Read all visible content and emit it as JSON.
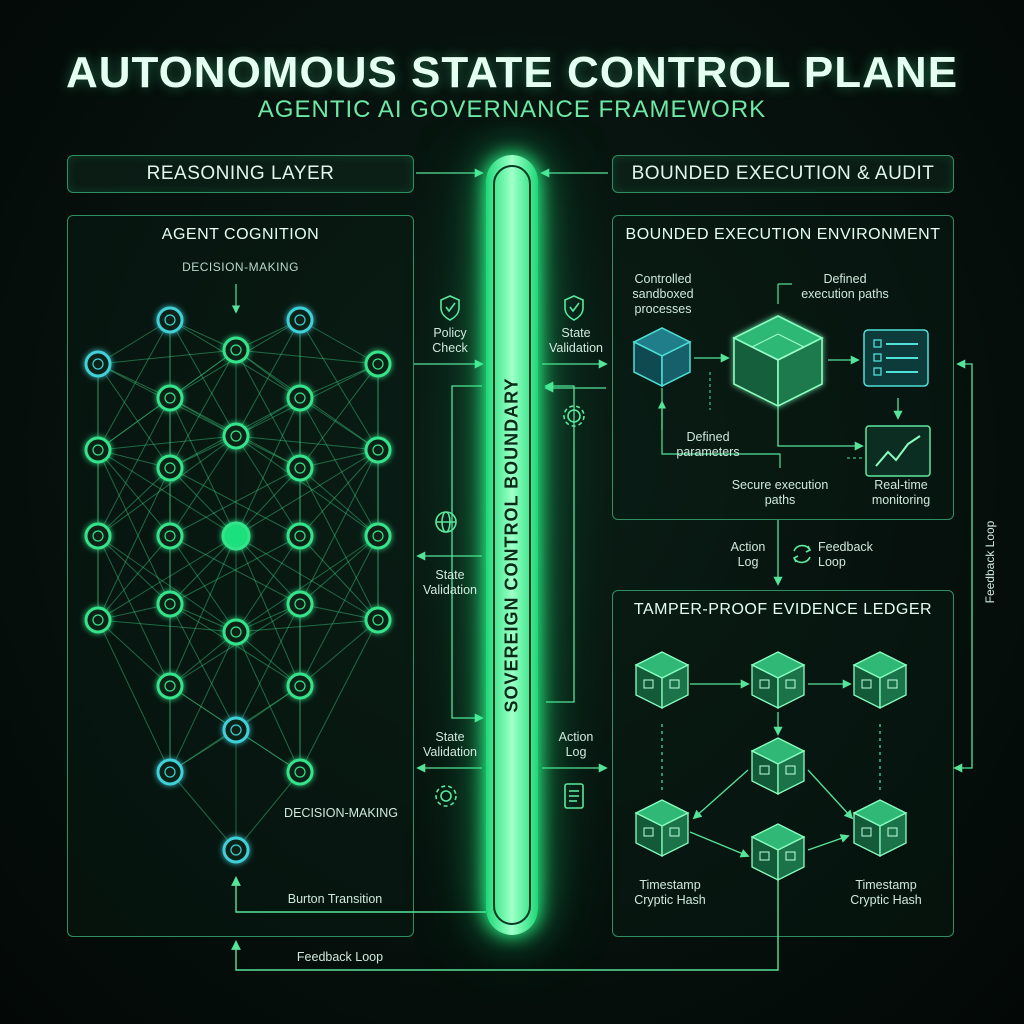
{
  "title": "AUTONOMOUS STATE CONTROL PLANE",
  "subtitle": "AGENTIC AI GOVERNANCE FRAMEWORK",
  "left_header": "REASONING LAYER",
  "right_header": "BOUNDED EXECUTION & AUDIT",
  "boundary_label": "SOVEREIGN CONTROL BOUNDARY",
  "cognition": {
    "title": "AGENT COGNITION",
    "top_label": "DECISION-MAKING",
    "bottom_label": "DECISION-MAKING",
    "transition_label": "Burton Transition"
  },
  "center_labels": {
    "policy_check": "Policy\nCheck",
    "state_validation_top": "State\nValidation",
    "state_validation_mid": "State\nValidation",
    "state_validation_bottom": "State\nValidation",
    "action_log": "Action\nLog"
  },
  "execution": {
    "title": "BOUNDED EXECUTION ENVIRONMENT",
    "controlled": "Controlled\nsandboxed\nprocesses",
    "defined_paths": "Defined\nexecution paths",
    "defined_params": "Defined\nparameters",
    "secure_paths": "Secure execution\npaths",
    "monitoring": "Real-time\nmonitoring"
  },
  "between": {
    "action_log": "Action\nLog",
    "feedback_loop": "Feedback\nLoop"
  },
  "ledger": {
    "title": "TAMPER-PROOF EVIDENCE LEDGER",
    "left_caption": "Timestamp\nCryptic Hash",
    "right_caption": "Timestamp\nCryptic Hash"
  },
  "feedback_right": "Feedback Loop",
  "feedback_bottom": "Feedback Loop",
  "colors": {
    "accent": "#2dff8c",
    "node": "#36e38a",
    "node_cyan": "#3fd0d8",
    "border": "#2f8f63"
  }
}
